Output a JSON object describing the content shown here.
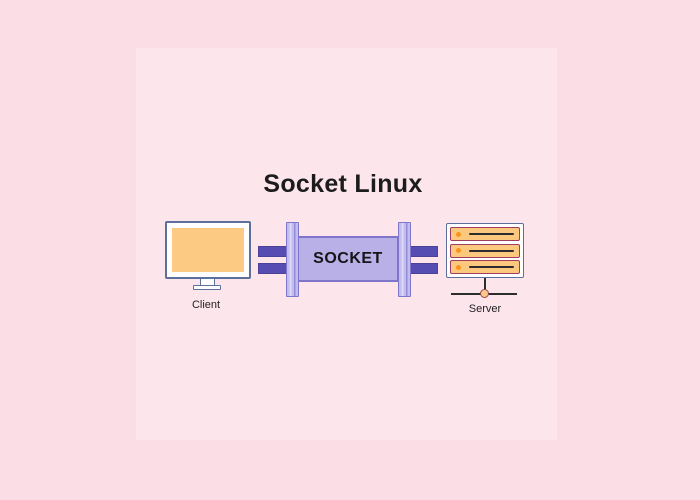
{
  "title": "Socket Linux",
  "client": {
    "label": "Client"
  },
  "socket": {
    "label": "SOCKET"
  },
  "server": {
    "label": "Server",
    "units": 3
  },
  "colors": {
    "background_outer": "#fbdee5",
    "background_inner": "#fde6eb",
    "pipe_body": "#b8b0e7",
    "pipe_flange": "#c3bcee",
    "pipe_border": "#7f76cb",
    "connector_bar": "#564db3",
    "device_border": "#5d6f9b",
    "monitor_screen": "#fcca82",
    "server_unit_fill": "#fbc87e",
    "server_unit_border": "#a03c5e",
    "led_dot": "#f8961c",
    "network_line": "#2d2d30",
    "text": "#1c1c1e"
  }
}
